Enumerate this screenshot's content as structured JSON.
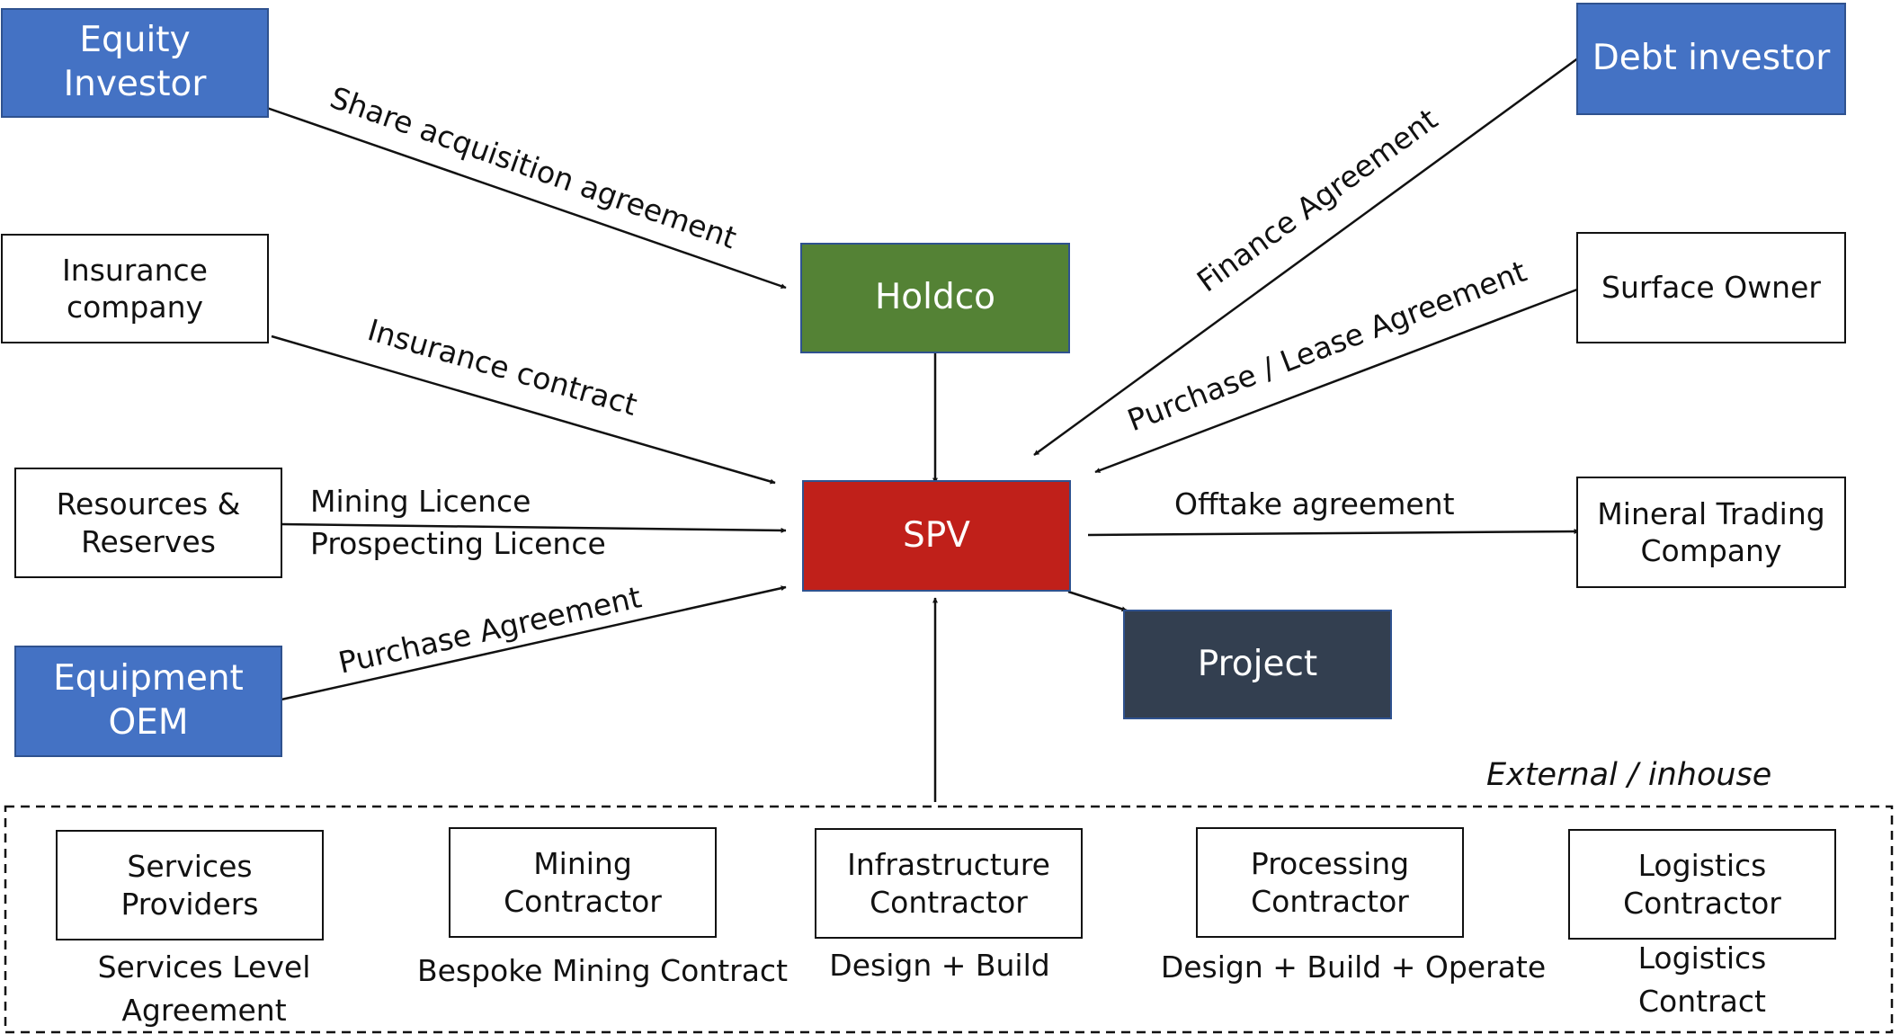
{
  "nodes": {
    "equity_investor": [
      "Equity",
      "Investor"
    ],
    "debt_investor": [
      "Debt investor"
    ],
    "insurance_company": [
      "Insurance",
      "company"
    ],
    "holdco": [
      "Holdco"
    ],
    "surface_owner": [
      "Surface Owner"
    ],
    "resources_reserves": [
      "Resources &",
      "Reserves"
    ],
    "spv": [
      "SPV"
    ],
    "mineral_trading": [
      "Mineral Trading",
      "Company"
    ],
    "equipment_oem": [
      "Equipment",
      "OEM"
    ],
    "project": [
      "Project"
    ]
  },
  "edge_labels": {
    "share_acquisition": "Share acquisition agreement",
    "finance": "Finance Agreement",
    "insurance_contract": "Insurance contract",
    "purchase_lease": "Purchase / Lease Agreement",
    "mining_licence": "Mining Licence",
    "prospecting_licence": "Prospecting Licence",
    "offtake": "Offtake agreement",
    "purchase": "Purchase Agreement"
  },
  "group_label": "External / inhouse",
  "contractors": [
    {
      "name": [
        "Services",
        "Providers"
      ],
      "contract": [
        "Services Level",
        "Agreement"
      ]
    },
    {
      "name": [
        "Mining",
        "Contractor"
      ],
      "contract": [
        "Bespoke Mining Contract"
      ]
    },
    {
      "name": [
        "Infrastructure",
        "Contractor"
      ],
      "contract": [
        "Design + Build"
      ]
    },
    {
      "name": [
        "Processing",
        "Contractor"
      ],
      "contract": [
        "Design + Build + Operate"
      ]
    },
    {
      "name": [
        "Logistics",
        "Contractor"
      ],
      "contract": [
        "Logistics",
        "Contract"
      ]
    }
  ]
}
